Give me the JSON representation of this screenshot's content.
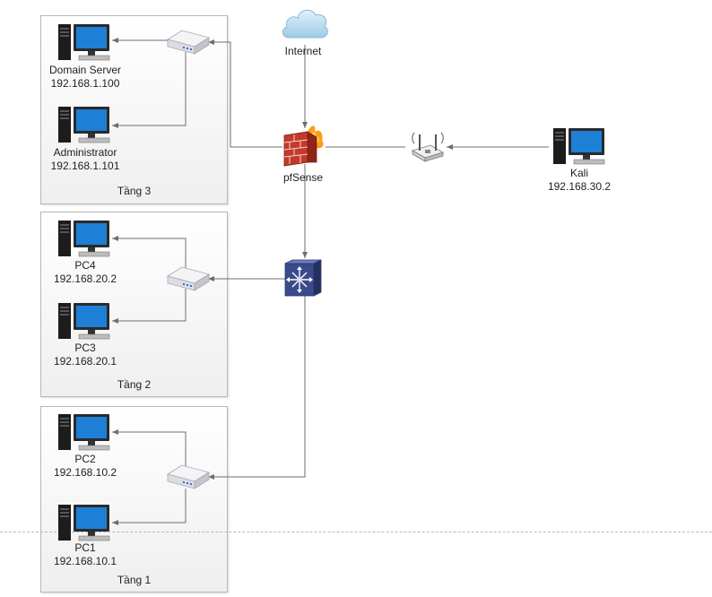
{
  "floors": {
    "floor3": {
      "label": "Tầng 3"
    },
    "floor2": {
      "label": "Tầng 2"
    },
    "floor1": {
      "label": "Tầng 1"
    }
  },
  "hosts": {
    "domain_server": {
      "name": "Domain Server",
      "ip": "192.168.1.100"
    },
    "administrator": {
      "name": "Administrator",
      "ip": "192.168.1.101"
    },
    "pc4": {
      "name": "PC4",
      "ip": "192.168.20.2"
    },
    "pc3": {
      "name": "PC3",
      "ip": "192.168.20.1"
    },
    "pc2": {
      "name": "PC2",
      "ip": "192.168.10.2"
    },
    "pc1": {
      "name": "PC1",
      "ip": "192.168.10.1"
    },
    "kali": {
      "name": "Kali",
      "ip": "192.168.30.2"
    }
  },
  "network": {
    "internet_label": "Internet",
    "firewall_label": "pfSense"
  },
  "colors": {
    "wire": "#6e6e6e",
    "monitor_screen": "#1d7fd6",
    "l3_switch": "#3b4a8a",
    "floor_border": "#b8b8b8"
  },
  "icons": {
    "computer": "desktop-computer-icon",
    "switch": "switch-icon",
    "firewall": "firewall-icon",
    "cloud": "cloud-icon",
    "core_switch": "layer3-switch-icon",
    "access_point": "wireless-access-point-icon"
  }
}
